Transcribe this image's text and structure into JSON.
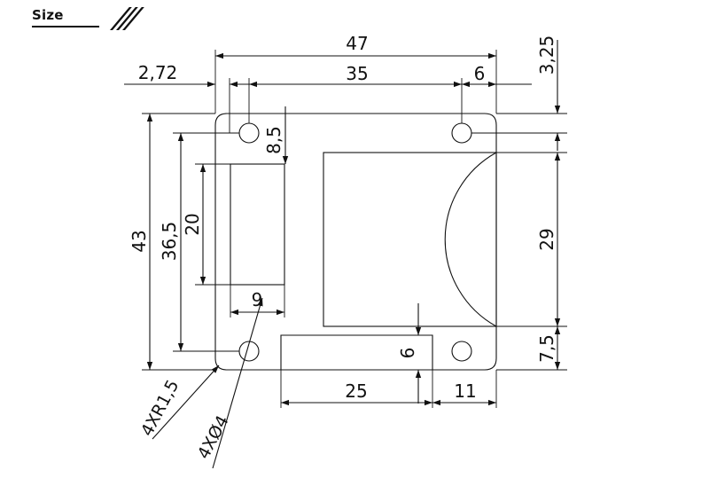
{
  "header": {
    "title": "Size"
  },
  "dimensions": {
    "overall_width": "47",
    "hole_offset_x": "2,72",
    "hole_spacing_x": "35",
    "right_gap": "6",
    "top_offset": "3,25",
    "overall_height": "43",
    "hole_spacing_y": "36,5",
    "window_height": "20",
    "hole_to_window": "8,5",
    "window_width": "9",
    "slot_height": "29",
    "bottom_offset": "7,5",
    "notch_height": "6",
    "bottom_slot_width": "25",
    "bottom_right_width": "11"
  },
  "callouts": {
    "corner_radius": "4XR1,5",
    "hole_diameter": "4XØ4"
  }
}
